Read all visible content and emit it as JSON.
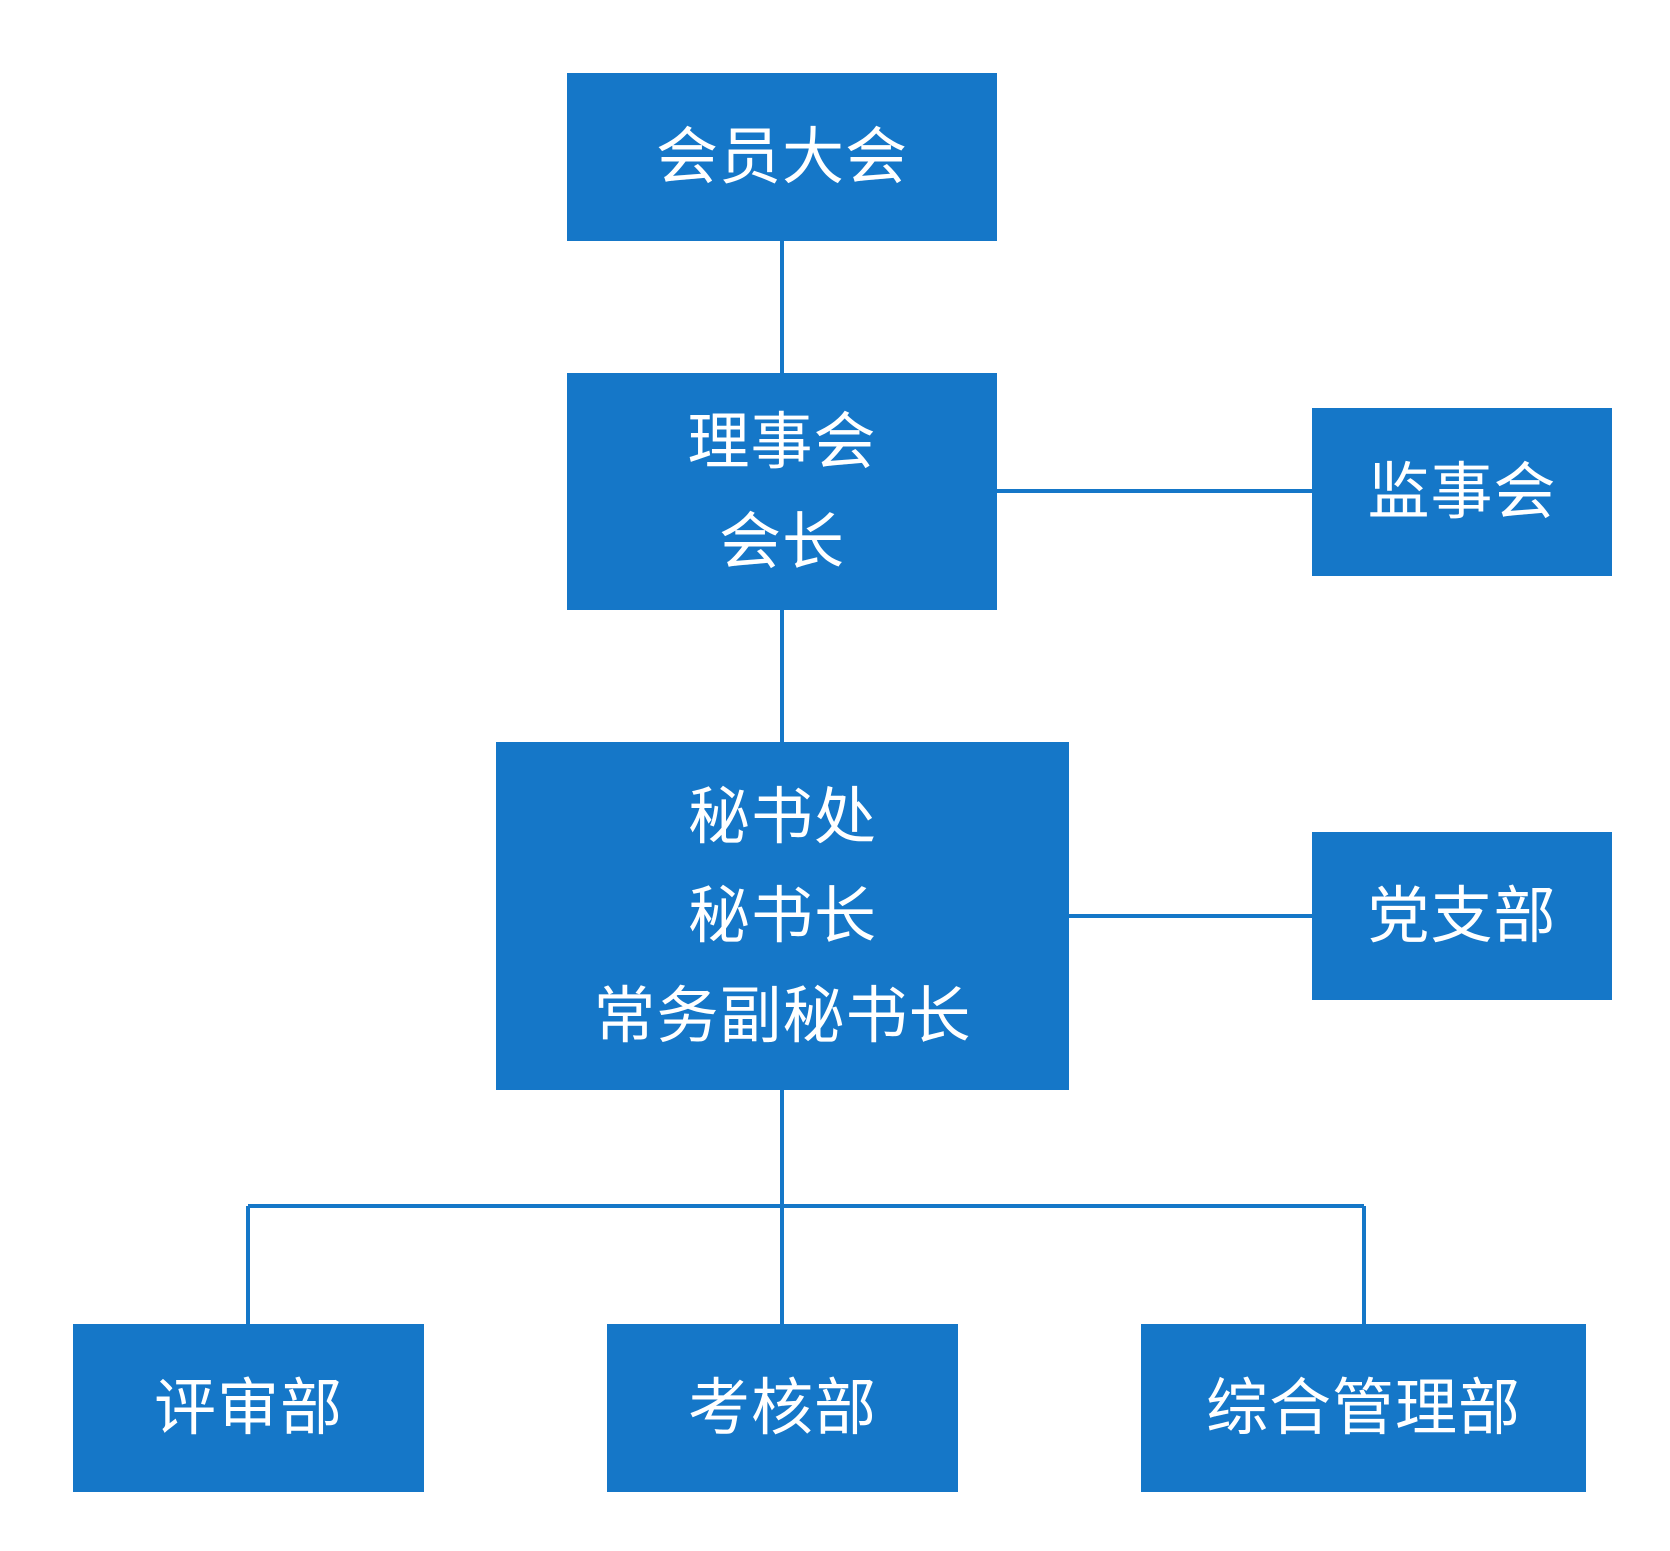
{
  "colors": {
    "node_fill": "#1577c8",
    "node_text": "#ffffff",
    "connector": "#1577c8",
    "background": "#ffffff"
  },
  "nodes": {
    "members_assembly": {
      "lines": [
        "会员大会"
      ]
    },
    "council": {
      "lines": [
        "理事会",
        "会长"
      ]
    },
    "supervisory_board": {
      "lines": [
        "监事会"
      ]
    },
    "secretariat": {
      "lines": [
        "秘书处",
        "秘书长",
        "常务副秘书长"
      ]
    },
    "party_branch": {
      "lines": [
        "党支部"
      ]
    },
    "review_dept": {
      "lines": [
        "评审部"
      ]
    },
    "assessment_dept": {
      "lines": [
        "考核部"
      ]
    },
    "admin_dept": {
      "lines": [
        "综合管理部"
      ]
    }
  }
}
